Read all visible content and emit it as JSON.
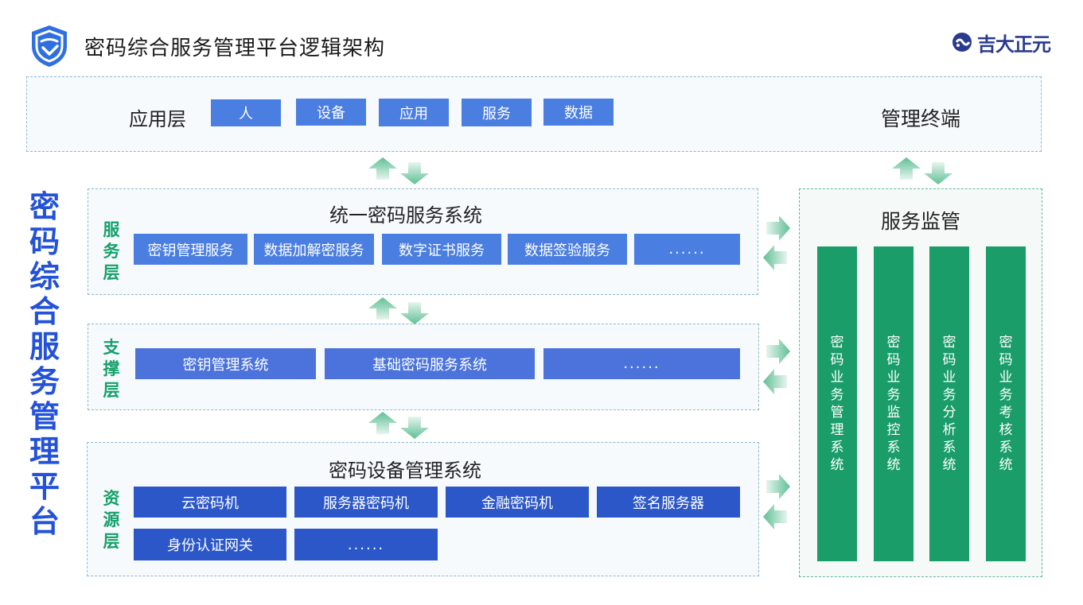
{
  "header": {
    "title": "密码综合服务管理平台逻辑架构",
    "brand": "吉大正元"
  },
  "side_title": "密码综合服务管理平台",
  "app_layer": {
    "label": "应用层",
    "items": [
      "人",
      "设备",
      "应用",
      "服务",
      "数据"
    ],
    "terminal": "管理终端"
  },
  "service_layer": {
    "title": "统一密码服务系统",
    "label": "服务层",
    "items": [
      "密钥管理服务",
      "数据加解密服务",
      "数字证书服务",
      "数据签验服务",
      "......"
    ]
  },
  "support_layer": {
    "label": "支撑层",
    "items": [
      "密钥管理系统",
      "基础密码服务系统",
      "......"
    ]
  },
  "resource_layer": {
    "title": "密码设备管理系统",
    "label": "资源层",
    "row1": [
      "云密码机",
      "服务器密码机",
      "金融密码机",
      "签名服务器"
    ],
    "row2": [
      "身份认证网关",
      "......"
    ]
  },
  "monitor": {
    "title": "服务监管",
    "columns": [
      "密码业务管理系统",
      "密码业务监控系统",
      "密码业务分析系统",
      "密码业务考核系统"
    ]
  },
  "colors": {
    "blue_primary": "#4a7ee0",
    "blue_dark": "#2b57c9",
    "green": "#1a9d69",
    "title_blue": "#2352d8"
  }
}
